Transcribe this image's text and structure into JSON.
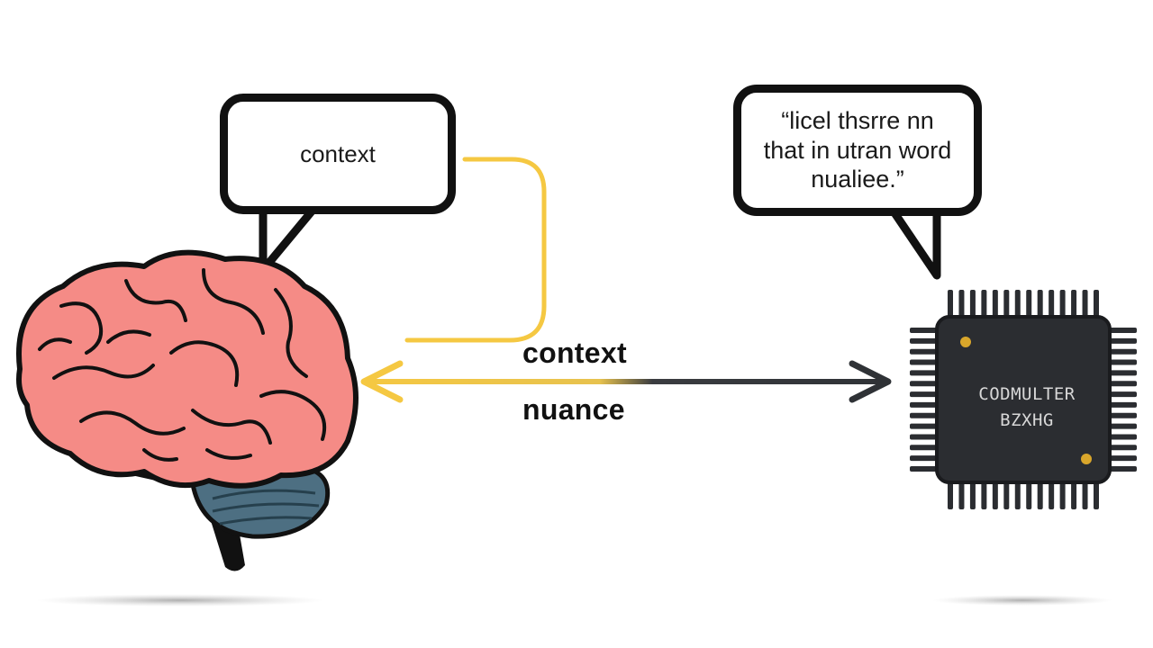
{
  "left_bubble": {
    "text": "context"
  },
  "right_bubble": {
    "lines": [
      "“licel thsrre nn",
      "that in utran word",
      "nualiee.”"
    ]
  },
  "flow_labels": {
    "top": "context",
    "bottom": "nuance"
  },
  "chip": {
    "lines": [
      "CODMULTER",
      "BZXHG"
    ]
  },
  "colors": {
    "brain": "#f58b86",
    "brain_outline": "#111111",
    "cerebellum": "#4d6f82",
    "arrow_yellow": "#f5c842",
    "arrow_dark": "#2f3236",
    "chip_body": "#2b2d31",
    "chip_dot": "#d9a62b"
  },
  "icons": {
    "brain": "brain-icon",
    "chip": "microchip-icon"
  }
}
